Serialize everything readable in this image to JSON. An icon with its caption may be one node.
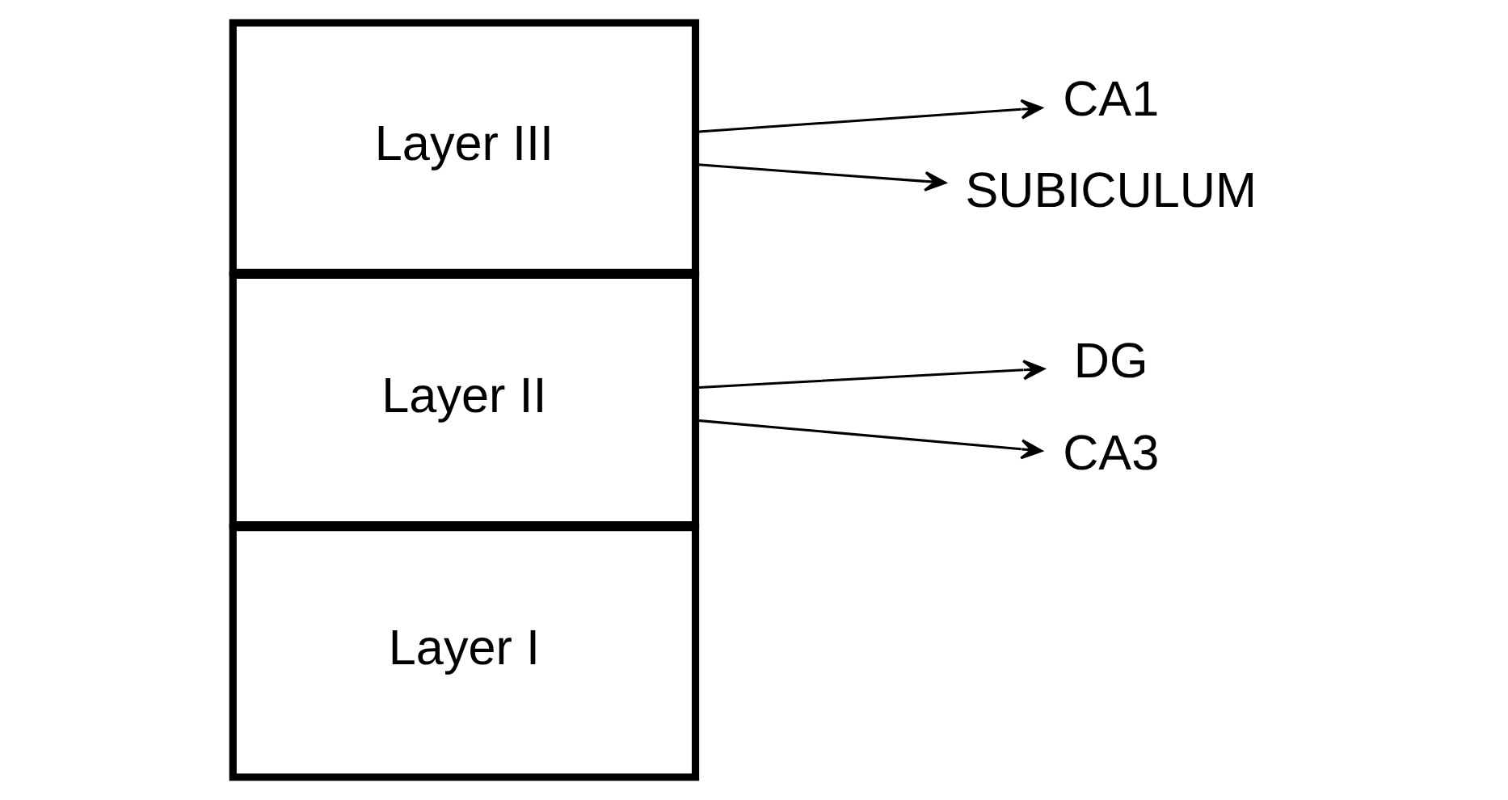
{
  "diagram": {
    "nodes": [
      {
        "text": [
          "Layer I"
        ]
      },
      {
        "text": [
          "Layer II"
        ]
      },
      {
        "text": [
          "Layer III"
        ]
      },
      {
        "text": [
          "DG"
        ]
      },
      {
        "text": [
          "CA3"
        ]
      },
      {
        "text": [
          "CA1"
        ]
      },
      {
        "text": [
          "SUBICULUM"
        ]
      }
    ],
    "edges": [
      {
        "from": 1,
        "to": 3,
        "arrow": "to"
      },
      {
        "from": 1,
        "to": 4,
        "arrow": "to"
      },
      {
        "from": 2,
        "to": 5,
        "arrow": "to"
      },
      {
        "from": 2,
        "to": 6,
        "arrow": "to"
      }
    ]
  }
}
